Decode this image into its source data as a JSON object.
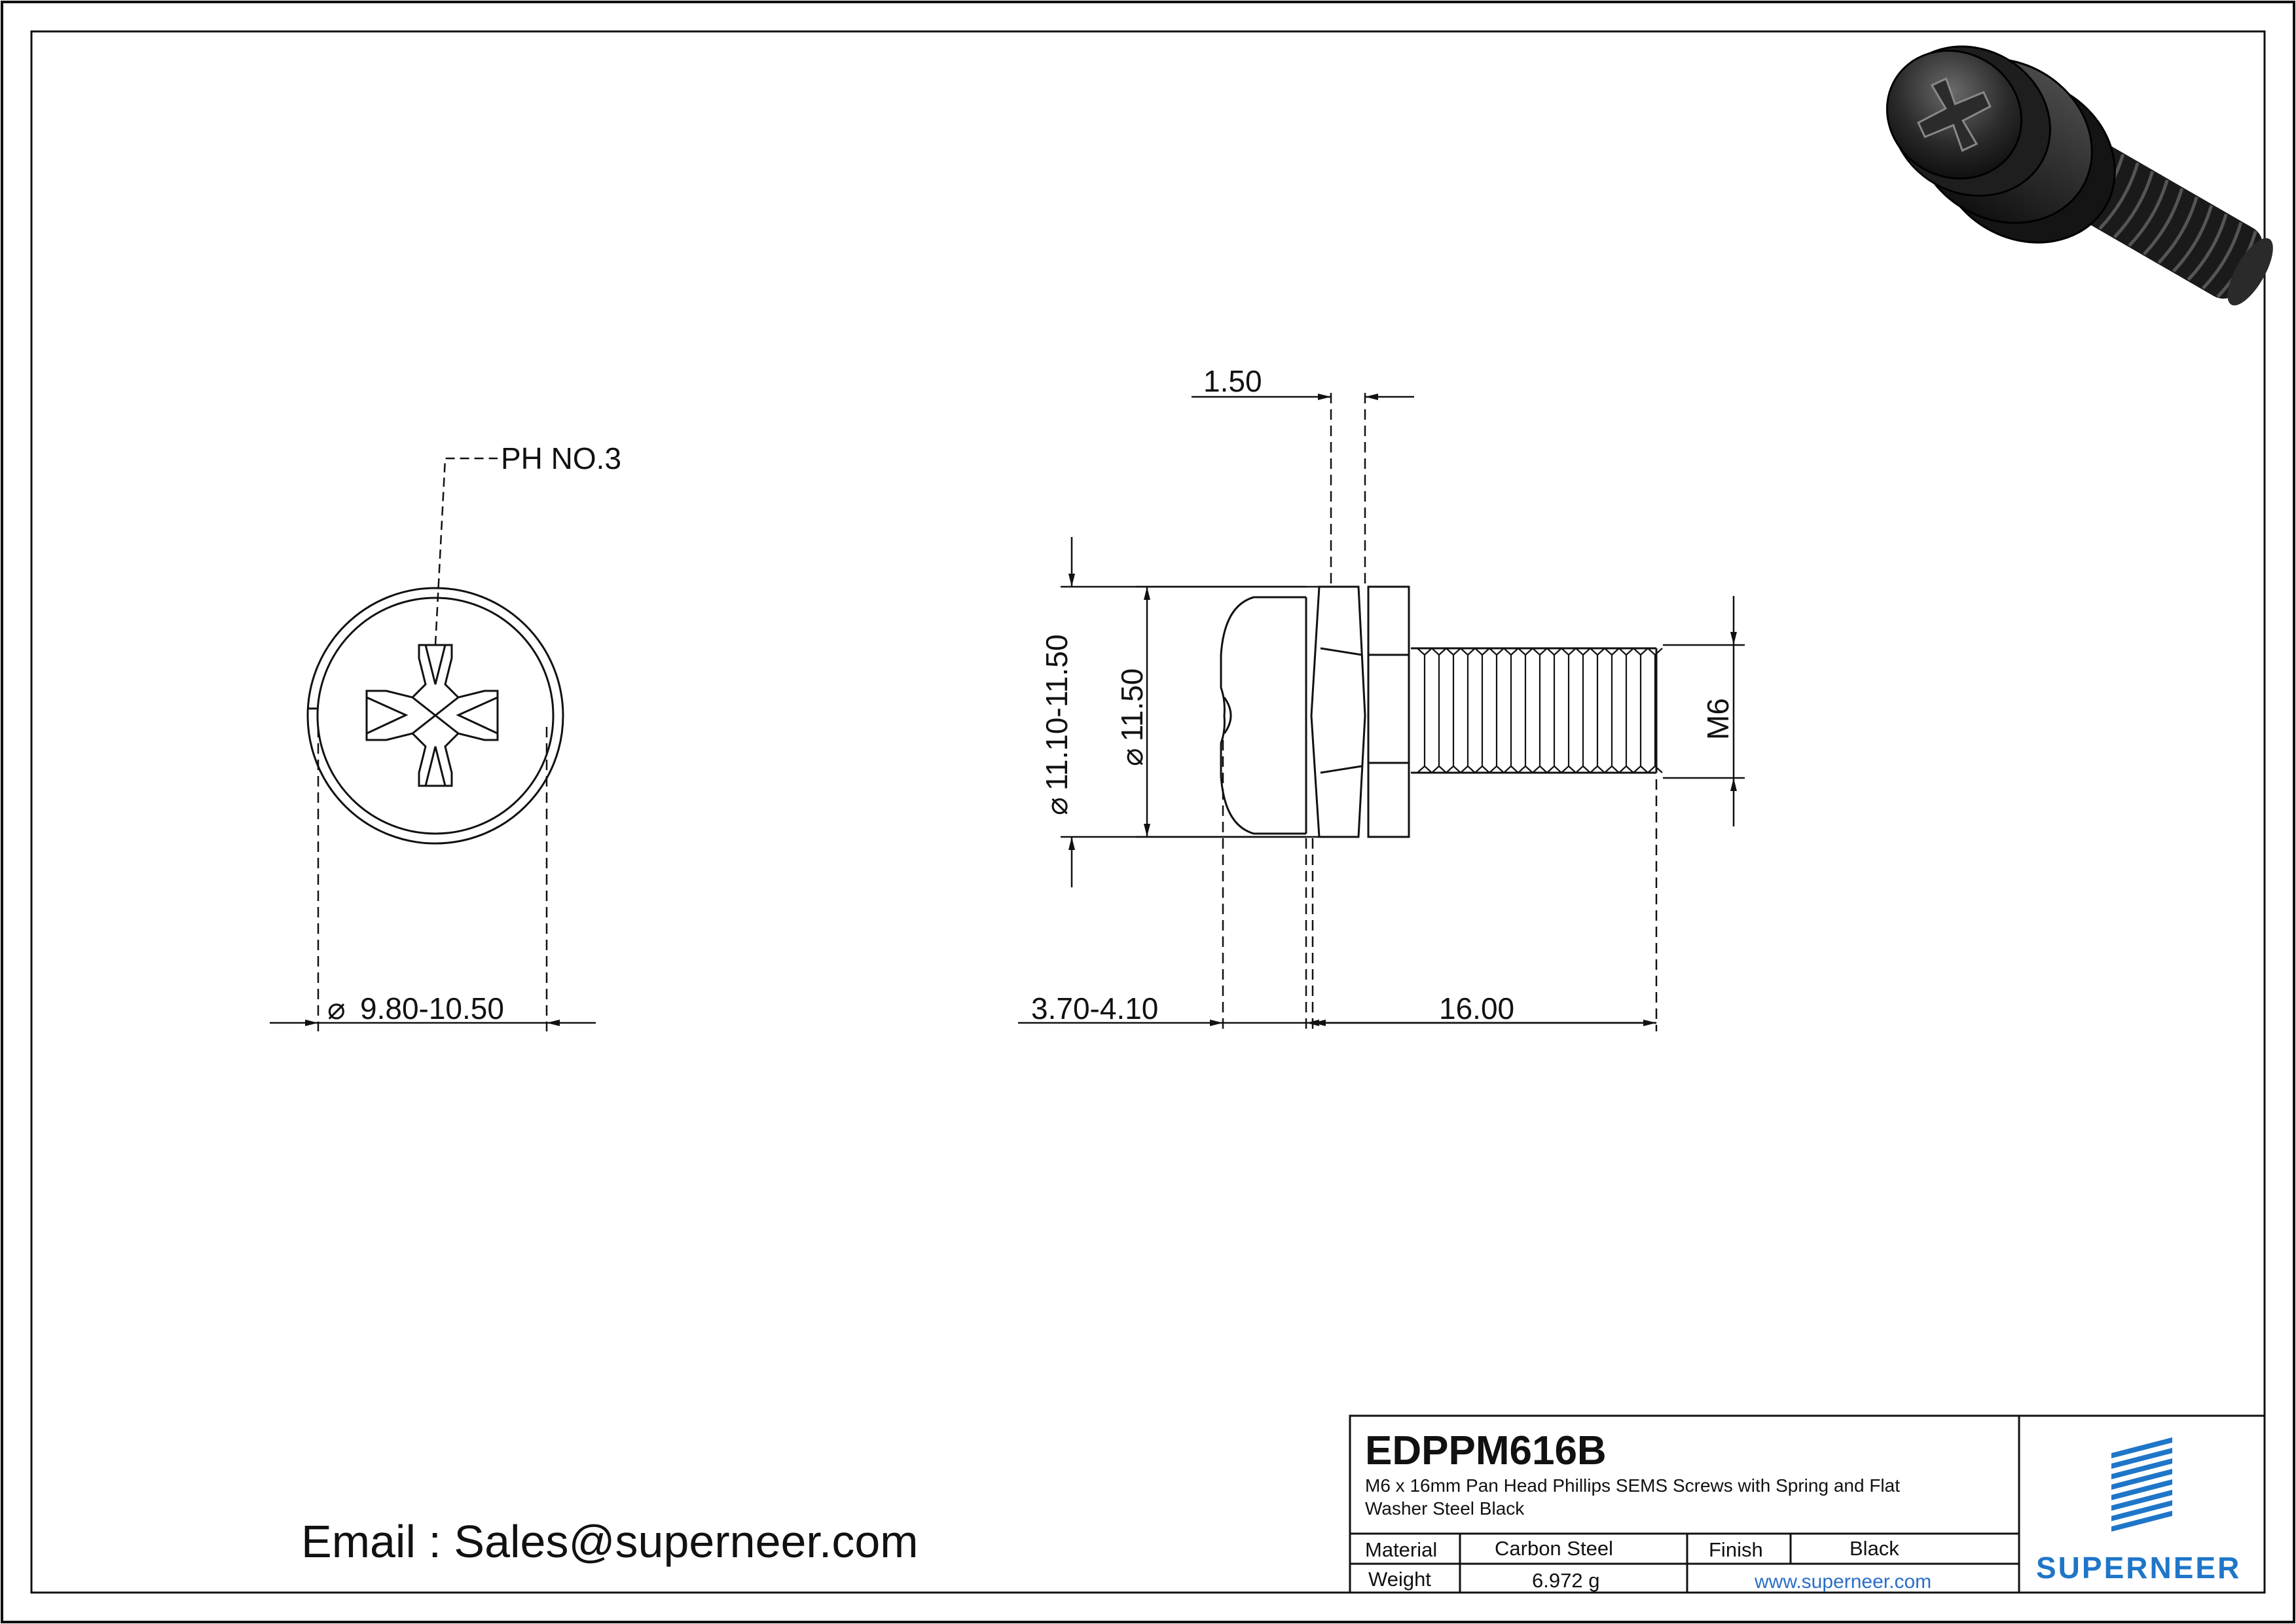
{
  "drawing": {
    "callout_recess": "PH NO.3",
    "dim_head_diameter": "9.80-10.50",
    "dim_washer_thickness": "1.50",
    "dim_washer_outer_diameter": "11.10-11.50",
    "dim_flat_washer_diameter": "11.50",
    "dim_thread": "M6",
    "dim_head_height": "3.70-4.10",
    "dim_length": "16.00",
    "diameter_symbol": "⌀"
  },
  "contact": {
    "email_line": "Email : Sales@superneer.com"
  },
  "title_block": {
    "part_number": "EDPPM616B",
    "description_line1": "M6 x 16mm Pan Head Phillips SEMS Screws with Spring and Flat",
    "description_line2": "Washer Steel Black",
    "material_label": "Material",
    "material_value": "Carbon Steel",
    "finish_label": "Finish",
    "finish_value": "Black",
    "weight_label": "Weight",
    "weight_value": "6.972 g",
    "website": "www.superneer.com",
    "brand": "SUPERNEER"
  },
  "colors": {
    "line": "#111111",
    "brand_blue": "#1f76c8",
    "link_blue": "#2a6ec8",
    "render_dark": "#1c1c1c"
  }
}
